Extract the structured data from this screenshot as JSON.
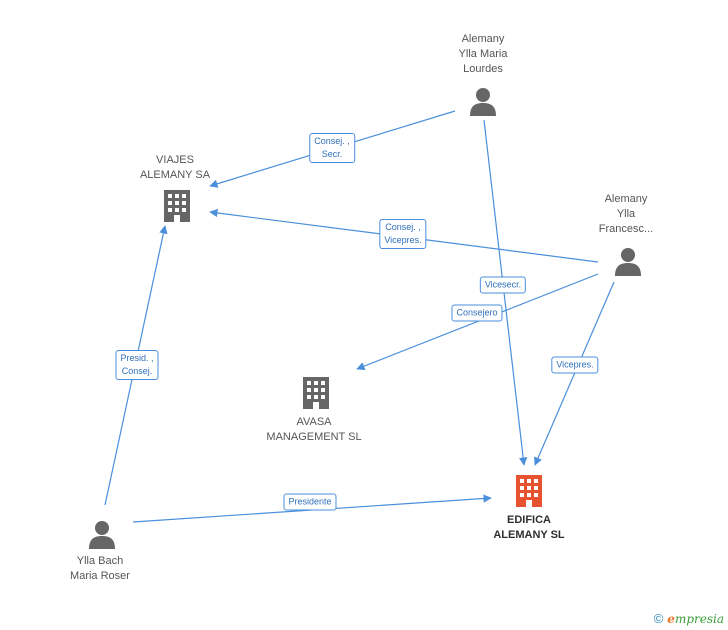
{
  "nodes": {
    "viajes": {
      "label": "VIAJES\nALEMANY SA",
      "type": "company",
      "color": "#666666"
    },
    "avasa": {
      "label": "AVASA\nMANAGEMENT SL",
      "type": "company",
      "color": "#666666"
    },
    "edifica": {
      "label": "EDIFICA\nALEMANY SL",
      "type": "company",
      "color": "#e8532f"
    },
    "maria_lourdes": {
      "label": "Alemany\nYlla Maria\nLourdes",
      "type": "person",
      "color": "#666666"
    },
    "francesc": {
      "label": "Alemany\nYlla\nFrancesc...",
      "type": "person",
      "color": "#666666"
    },
    "maria_roser": {
      "label": "Ylla Bach\nMaria Roser",
      "type": "person",
      "color": "#666666"
    }
  },
  "edges": [
    {
      "from": "maria_lourdes",
      "to": "viajes",
      "label": "Consej. ,\nSecr."
    },
    {
      "from": "francesc",
      "to": "viajes",
      "label": "Consej. ,\nVicepres."
    },
    {
      "from": "maria_lourdes",
      "to": "edifica",
      "label": "Vicesecr."
    },
    {
      "from": "francesc",
      "to": "avasa",
      "label": "Consejero"
    },
    {
      "from": "francesc",
      "to": "edifica",
      "label": "Vicepres."
    },
    {
      "from": "maria_roser",
      "to": "viajes",
      "label": "Presid. ,\nConsej."
    },
    {
      "from": "maria_roser",
      "to": "edifica",
      "label": "Presidente"
    }
  ],
  "edge_color": "#4a8fdb",
  "footer": {
    "copyright": "©",
    "brand_initial": "e",
    "brand_rest": "mpresia"
  }
}
